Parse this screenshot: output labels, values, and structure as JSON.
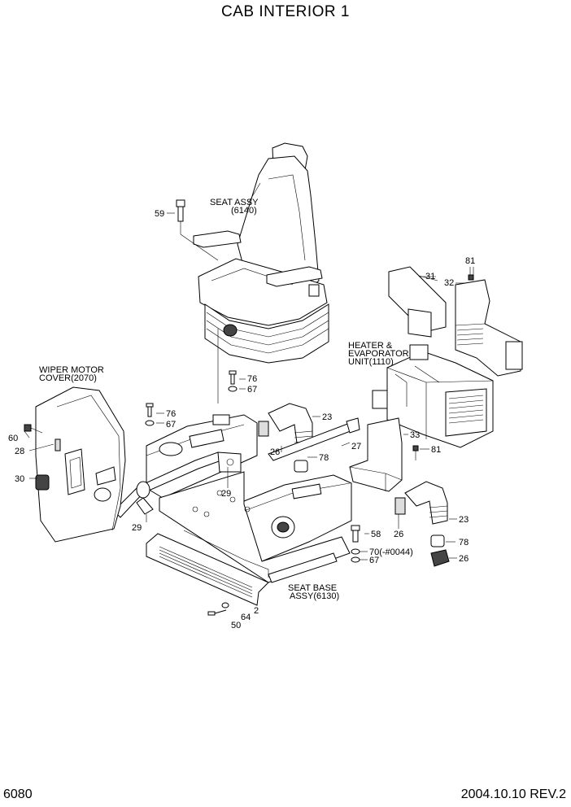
{
  "title": "CAB INTERIOR 1",
  "page_number": "6080",
  "revision": "2004.10.10  REV.2",
  "labels": {
    "seat_assy": [
      "SEAT ASSY",
      "(6140)"
    ],
    "wiper_motor_cover": [
      "WIPER MOTOR",
      "COVER(2070)"
    ],
    "heater_unit": [
      "HEATER &",
      "EVAPORATOR",
      "UNIT(1110)"
    ],
    "seat_base": [
      "SEAT BASE",
      "ASSY(6130)"
    ]
  },
  "callouts": {
    "c59": "59",
    "c31": "31",
    "c81a": "81",
    "c32": "32",
    "c76a": "76",
    "c67a": "67",
    "c76b": "76",
    "c67b": "67",
    "c60": "60",
    "c28": "28",
    "c30": "30",
    "c23a": "23",
    "c27": "27",
    "c33": "33",
    "c81b": "81",
    "c26a": "26",
    "c78a": "78",
    "c29a": "29",
    "c29b": "29",
    "c23b": "23",
    "c26b": "26",
    "c58": "58",
    "c78b": "78",
    "c70": "70(-#0044)",
    "c67c": "67",
    "c26c": "26",
    "c2": "2",
    "c64": "64",
    "c50": "50"
  }
}
